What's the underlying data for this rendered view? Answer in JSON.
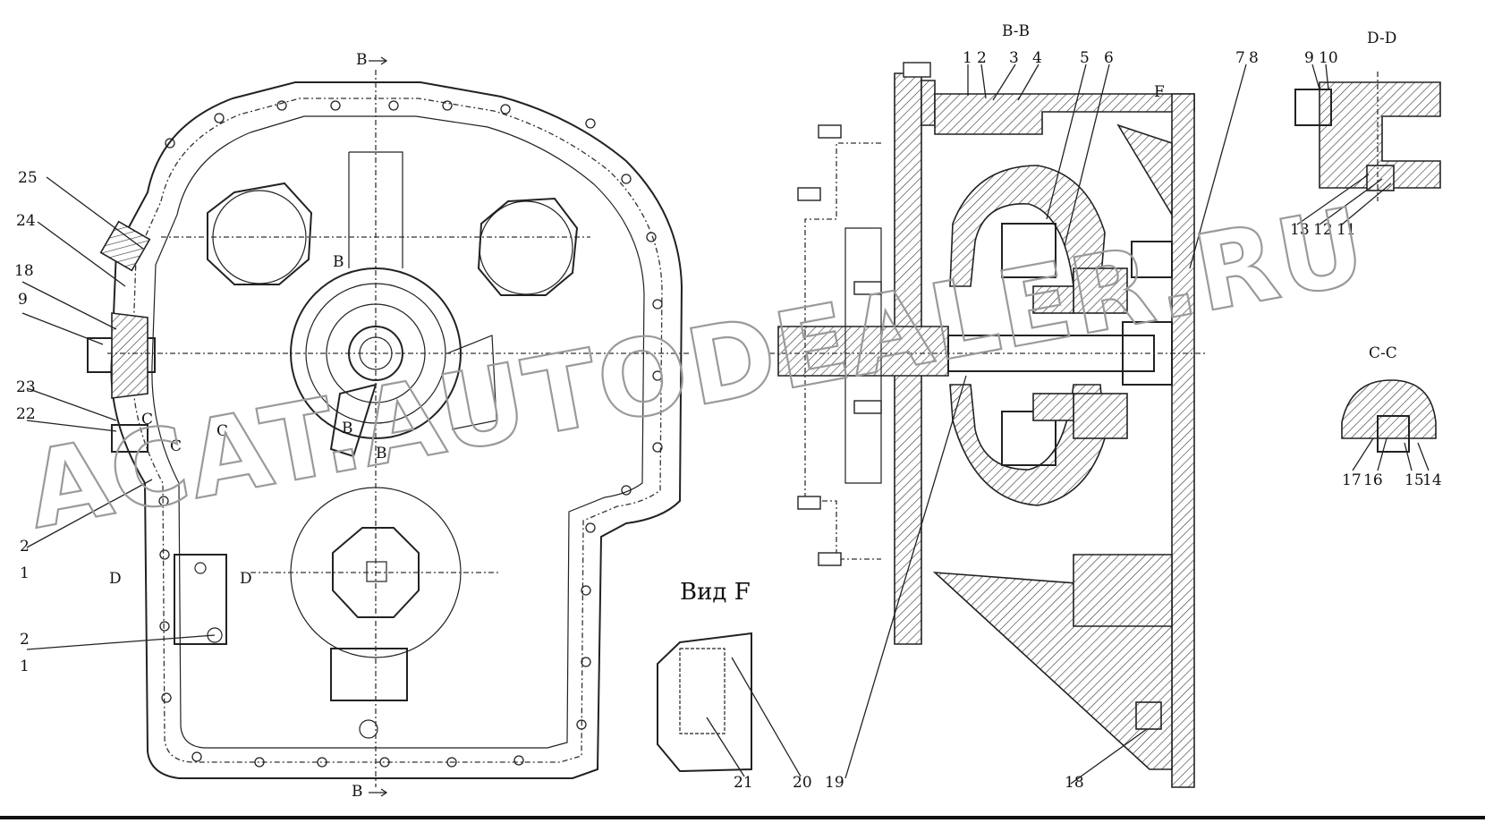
{
  "views": {
    "b_b": "B-B",
    "d_d": "D-D",
    "c_c": "C-C",
    "vid_f": "Вид F"
  },
  "section_marks": {
    "b_top": "B",
    "b_bottom": "B",
    "b_mid1": "B",
    "b_mid2": "B",
    "b_mid3": "B",
    "c1": "C",
    "c2": "C",
    "c3": "C",
    "d_left": "D",
    "d_right": "D",
    "f": "F"
  },
  "callouts": {
    "n1": "1",
    "n2": "2",
    "n3": "3",
    "n4": "4",
    "n5": "5",
    "n6": "6",
    "n7": "7",
    "n8": "8",
    "n9": "9",
    "n10": "10",
    "n11": "11",
    "n12": "12",
    "n13": "13",
    "n14": "14",
    "n15": "15",
    "n16": "16",
    "n17": "17",
    "n18": "18",
    "n19": "19",
    "n20": "20",
    "n21": "21",
    "n22": "22",
    "n23": "23",
    "n24": "24",
    "n25": "25",
    "left_18": "18",
    "left_9": "9",
    "left_2a": "2",
    "left_1a": "1",
    "left_2b": "2",
    "left_1b": "1"
  },
  "watermark": "ACAT.AUTODEALER.RU"
}
